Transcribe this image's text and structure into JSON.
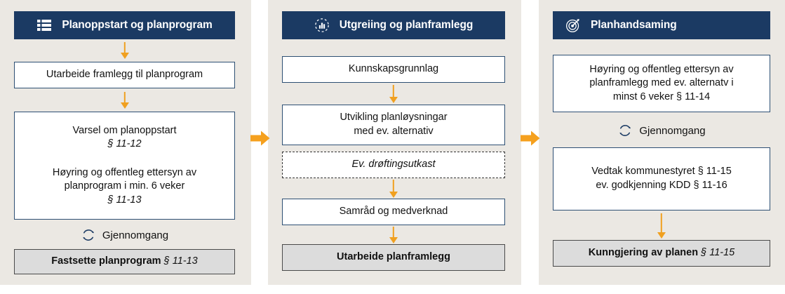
{
  "theme": {
    "panel_bg": "#ebe8e3",
    "header_bg": "#1b3a63",
    "header_text": "#ffffff",
    "box_border": "#2d4f73",
    "box_bg": "#ffffff",
    "terminal_bg": "#dcdcdc",
    "terminal_border": "#4a4a4a",
    "arrow_orange": "#f0a020",
    "text": "#111111"
  },
  "diagram": {
    "title": "Planprosess - kommuneplan",
    "connector_label": "stage-connector-arrow"
  },
  "stages": [
    {
      "id": "planoppstart",
      "header": {
        "icon": "list-icon",
        "title": "Planoppstart og planprogram",
        "align": "center"
      },
      "nodes": [
        {
          "id": "utarbeide-framlegg",
          "type": "box",
          "lines": [
            {
              "text": "Utarbeide framlegg til planprogram"
            }
          ]
        },
        {
          "id": "varsel-hoyring",
          "type": "box",
          "lines": [
            {
              "text": "Varsel om planoppstart"
            },
            {
              "text": "§ 11-12",
              "italic": true
            },
            {
              "text": ""
            },
            {
              "text": "Høyring og offentleg ettersyn av"
            },
            {
              "text": "planprogram i min. 6 veker"
            },
            {
              "text": "§ 11-13",
              "italic": true
            }
          ]
        },
        {
          "id": "gjennomgang-1",
          "type": "gjennomgang",
          "icon": "cycle-icon",
          "label": "Gjennomgang"
        },
        {
          "id": "fastsette-planprogram",
          "type": "terminal",
          "lines": [
            {
              "text": "Fastsette planprogram ",
              "bold": true,
              "suffix": "§ 11-13"
            }
          ]
        }
      ]
    },
    {
      "id": "utgreiing",
      "header": {
        "icon": "bar-chart-circle-icon",
        "title": "Utgreiing og planframlegg",
        "align": "center"
      },
      "nodes": [
        {
          "id": "kunnskapsgrunnlag",
          "type": "box",
          "lines": [
            {
              "text": "Kunnskapsgrunnlag"
            }
          ]
        },
        {
          "id": "utvikling-planloysningar",
          "type": "box",
          "lines": [
            {
              "text": "Utvikling planløysningar"
            },
            {
              "text": "med ev. alternativ"
            }
          ]
        },
        {
          "id": "ev-droftingsutkast",
          "type": "dashed",
          "lines": [
            {
              "text": "Ev. drøftingsutkast",
              "italic": true
            }
          ]
        },
        {
          "id": "samrad-medverknad",
          "type": "box",
          "lines": [
            {
              "text": "Samråd og medverknad"
            }
          ]
        },
        {
          "id": "utarbeide-planframlegg",
          "type": "terminal",
          "lines": [
            {
              "text": "Utarbeide planframlegg",
              "bold": true
            }
          ]
        }
      ]
    },
    {
      "id": "planhandsaming",
      "header": {
        "icon": "target-dart-icon",
        "title": "Planhandsaming",
        "align": "left"
      },
      "nodes": [
        {
          "id": "hoyring-planframlegg",
          "type": "box",
          "lines": [
            {
              "text": "Høyring og offentleg ettersyn av"
            },
            {
              "text": "planframlegg med ev. alternatv i"
            },
            {
              "text": "minst 6 veker § 11-14"
            }
          ]
        },
        {
          "id": "gjennomgang-2",
          "type": "gjennomgang",
          "icon": "cycle-icon",
          "label": "Gjennomgang"
        },
        {
          "id": "vedtak-kommunestyret",
          "type": "box",
          "lines": [
            {
              "text": "Vedtak kommunestyret § 11-15"
            },
            {
              "text": "ev. godkjenning KDD § 11-16"
            }
          ]
        },
        {
          "id": "kunngjering-av-planen",
          "type": "terminal",
          "lines": [
            {
              "text": "Kunngjering av planen ",
              "bold": true,
              "suffix": "§ 11-15"
            }
          ]
        }
      ]
    }
  ],
  "labels": {
    "stage_1_header": "Planoppstart og planprogram",
    "stage_2_header": "Utgreiing og planframlegg",
    "stage_3_header": "Planhandsaming",
    "n1_1": "Utarbeide framlegg til planprogram",
    "n1_2_l1": "Varsel om planoppstart",
    "n1_2_l2": "§ 11-12",
    "n1_2_l3": "Høyring og offentleg ettersyn av",
    "n1_2_l4": "planprogram i min. 6 veker",
    "n1_2_l5": "§ 11-13",
    "n1_gj": "Gjennomgang",
    "n1_term_bold": "Fastsette planprogram",
    "n1_term_sec": "§ 11-13",
    "n2_1": "Kunnskapsgrunnlag",
    "n2_2_l1": "Utvikling planløysningar",
    "n2_2_l2": "med ev. alternativ",
    "n2_3": "Ev. drøftingsutkast",
    "n2_4": "Samråd og medverknad",
    "n2_term_bold": "Utarbeide planframlegg",
    "n3_1_l1": "Høyring og offentleg ettersyn av",
    "n3_1_l2": "planframlegg med ev. alternatv i",
    "n3_1_l3": "minst 6 veker § 11-14",
    "n3_gj": "Gjennomgang",
    "n3_2_l1": "Vedtak kommunestyret § 11-15",
    "n3_2_l2": "ev. godkjenning KDD § 11-16",
    "n3_term_bold": "Kunngjering av planen",
    "n3_term_sec": "§ 11-15"
  }
}
